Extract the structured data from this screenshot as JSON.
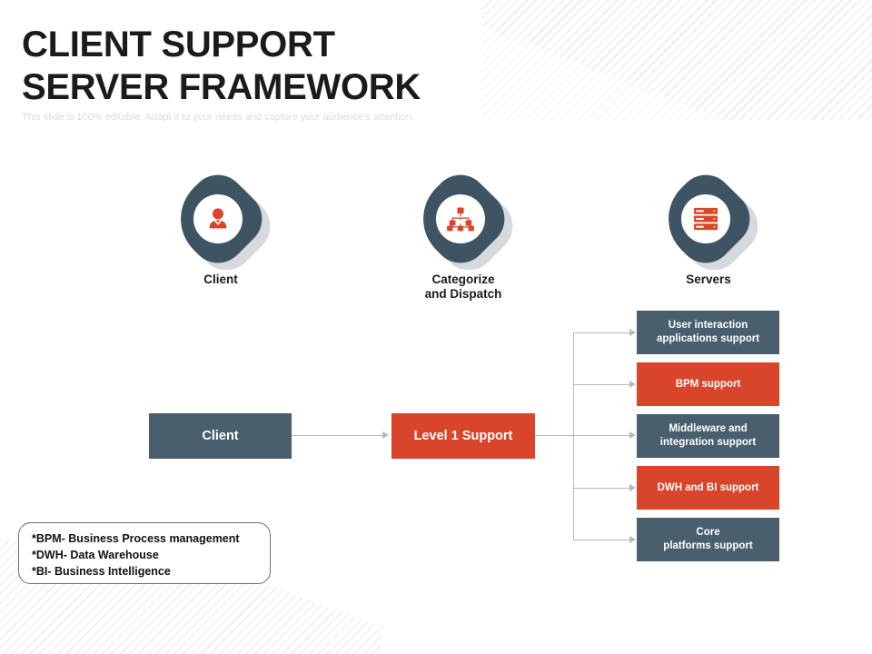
{
  "slide": {
    "title_line1": "CLIENT SUPPORT",
    "title_line2": "SERVER FRAMEWORK",
    "subtitle": "This slide is 100% editable. Adapt it to your needs and capture your audience's attention.",
    "colors": {
      "slate": "#4a5f6e",
      "badge_slate": "#3e5462",
      "red": "#d8452b",
      "connector_gray": "#b4b9bd",
      "shadow_gray": "#cfd4d9",
      "title_black": "#1b1b1b",
      "subtitle_gray": "#d9dcdf"
    }
  },
  "badges": [
    {
      "label": "Client",
      "icon": "person-icon"
    },
    {
      "label_line1": "Categorize",
      "label_line2": "and Dispatch",
      "icon": "hierarchy-icon"
    },
    {
      "label": "Servers",
      "icon": "server-rack-icon"
    }
  ],
  "flow": {
    "client_box": "Client",
    "level1_box": "Level 1 Support"
  },
  "support_boxes": [
    {
      "line1": "User interaction",
      "line2": "applications support",
      "color": "slate"
    },
    {
      "line1": "BPM support",
      "line2": "",
      "color": "red"
    },
    {
      "line1": "Middleware and",
      "line2": "integration support",
      "color": "slate"
    },
    {
      "line1": "DWH and BI support",
      "line2": "",
      "color": "red"
    },
    {
      "line1": "Core",
      "line2": "platforms support",
      "color": "slate"
    }
  ],
  "legend": {
    "line1": "*BPM- Business  Process management",
    "line2": "*DWH- Data Warehouse",
    "line3": "*BI- Business  Intelligence"
  }
}
